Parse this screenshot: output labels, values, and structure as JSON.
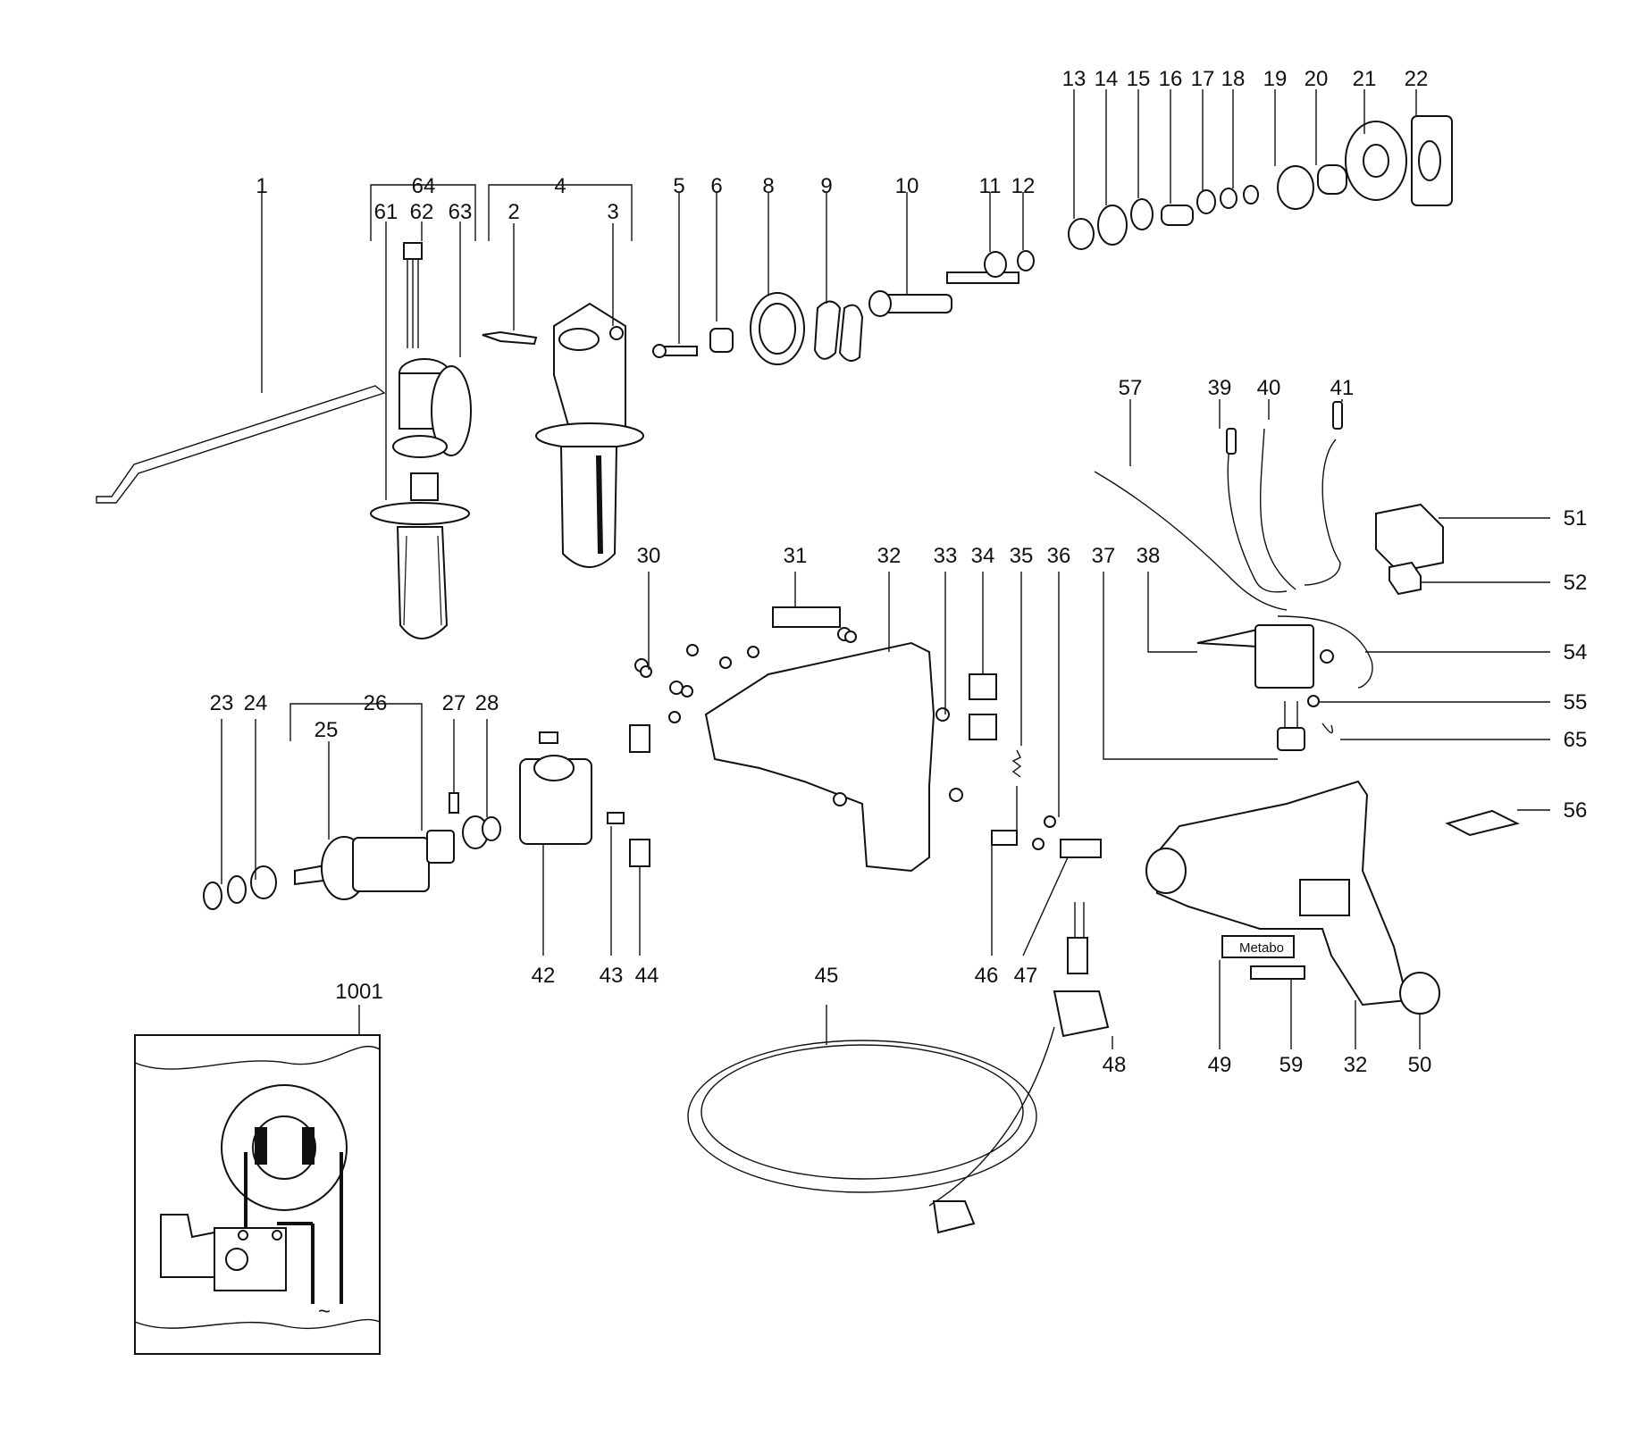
{
  "labels": {
    "p1": "1",
    "p2": "2",
    "p3": "3",
    "p4": "4",
    "p5": "5",
    "p6": "6",
    "p8": "8",
    "p9": "9",
    "p10": "10",
    "p11": "11",
    "p12": "12",
    "p13": "13",
    "p14": "14",
    "p15": "15",
    "p16": "16",
    "p17": "17",
    "p18": "18",
    "p19": "19",
    "p20": "20",
    "p21": "21",
    "p22": "22",
    "p23": "23",
    "p24": "24",
    "p25": "25",
    "p26": "26",
    "p27": "27",
    "p28": "28",
    "p30": "30",
    "p31": "31",
    "p32": "32",
    "p32b": "32",
    "p33": "33",
    "p34": "34",
    "p35": "35",
    "p36": "36",
    "p37": "37",
    "p38": "38",
    "p39": "39",
    "p40": "40",
    "p41": "41",
    "p42": "42",
    "p43": "43",
    "p44": "44",
    "p45": "45",
    "p46": "46",
    "p47": "47",
    "p48": "48",
    "p49": "49",
    "p50": "50",
    "p51": "51",
    "p52": "52",
    "p54": "54",
    "p55": "55",
    "p56": "56",
    "p57": "57",
    "p59": "59",
    "p61": "61",
    "p62": "62",
    "p63": "63",
    "p64": "64",
    "p65": "65",
    "p1001": "1001"
  },
  "brand_plate": "Metabo",
  "wiring_symbol": "~"
}
